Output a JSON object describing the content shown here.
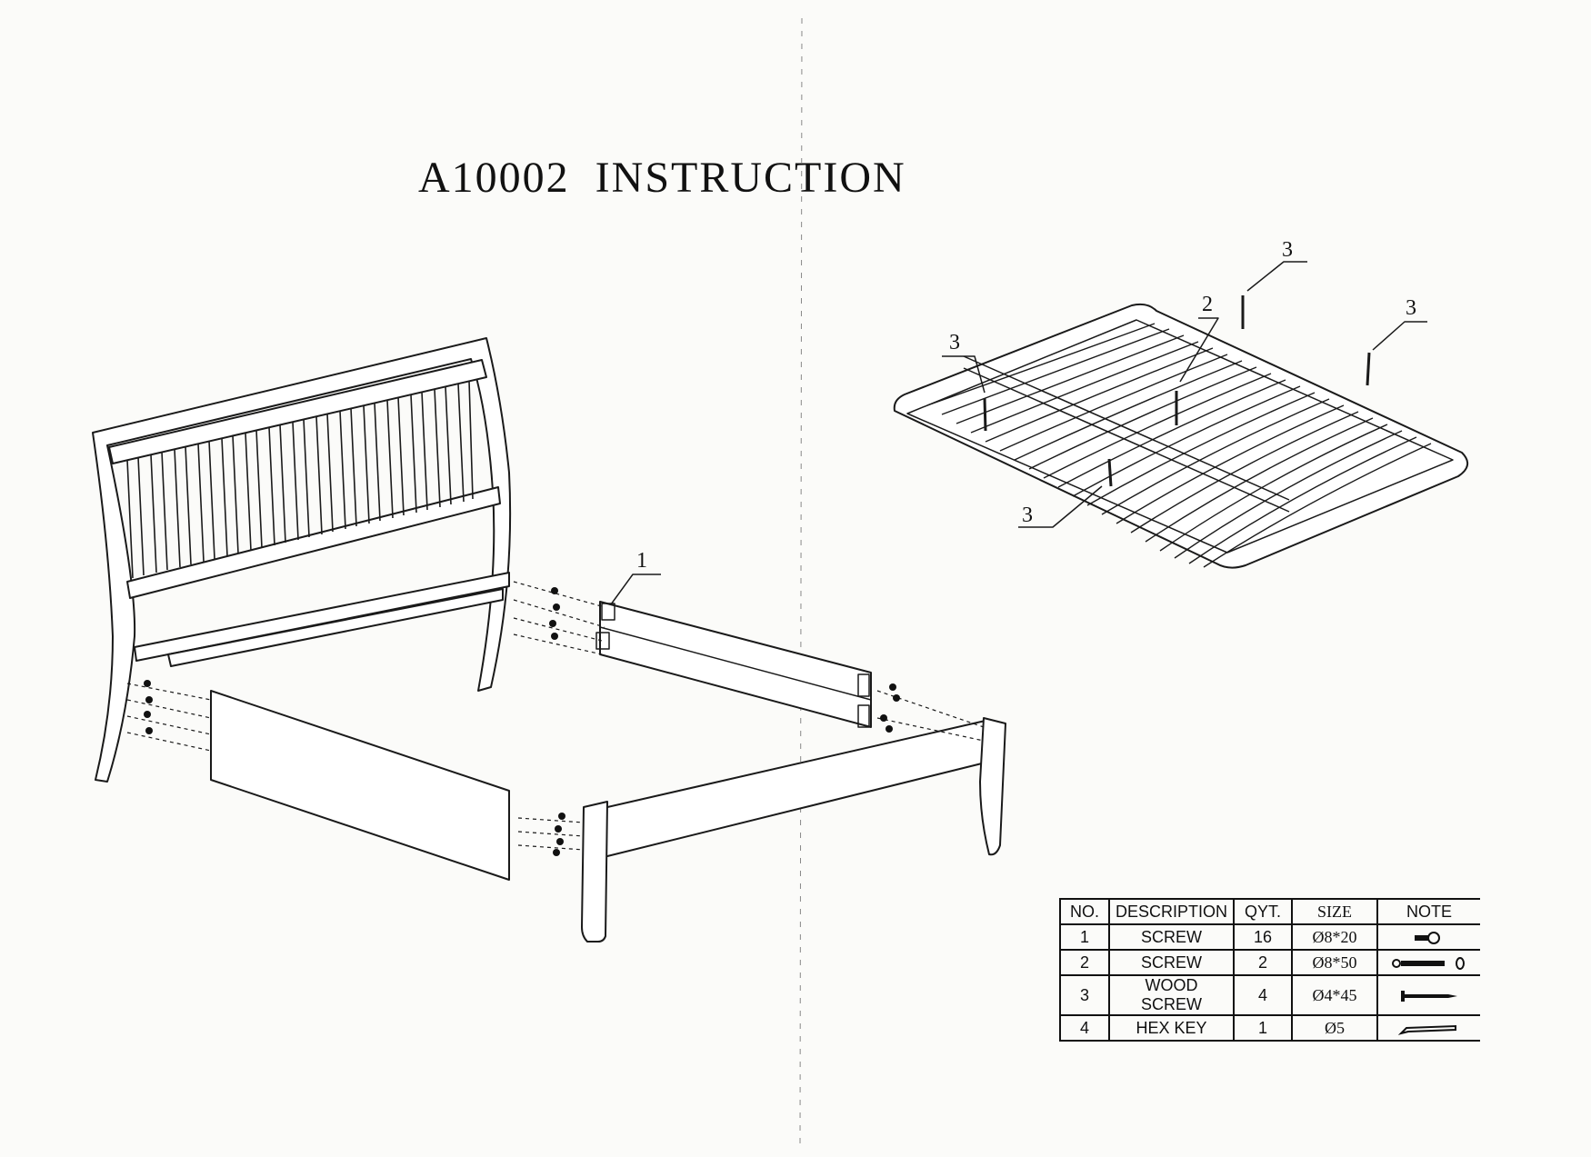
{
  "title": "A10002  INSTRUCTION",
  "callouts": {
    "rail": "1",
    "center_screw": "2",
    "wood_screw_top": "3",
    "wood_screw_right": "3",
    "wood_screw_left": "3",
    "wood_screw_bottom": "3"
  },
  "parts_table": {
    "headers": [
      "NO.",
      "DESCRIPTION",
      "QYT.",
      "SIZE",
      "NOTE"
    ],
    "rows": [
      {
        "no": "1",
        "description": "SCREW",
        "qty": "16",
        "size": "Ø8*20",
        "note_icon": "screw-short-icon"
      },
      {
        "no": "2",
        "description": "SCREW",
        "qty": "2",
        "size": "Ø8*50",
        "note_icon": "screw-long-icon"
      },
      {
        "no": "3",
        "description": "WOOD SCREW",
        "qty": "4",
        "size": "Ø4*45",
        "note_icon": "wood-screw-icon"
      },
      {
        "no": "4",
        "description": "HEX KEY",
        "qty": "1",
        "size": "Ø5",
        "note_icon": "hex-key-icon"
      }
    ]
  }
}
